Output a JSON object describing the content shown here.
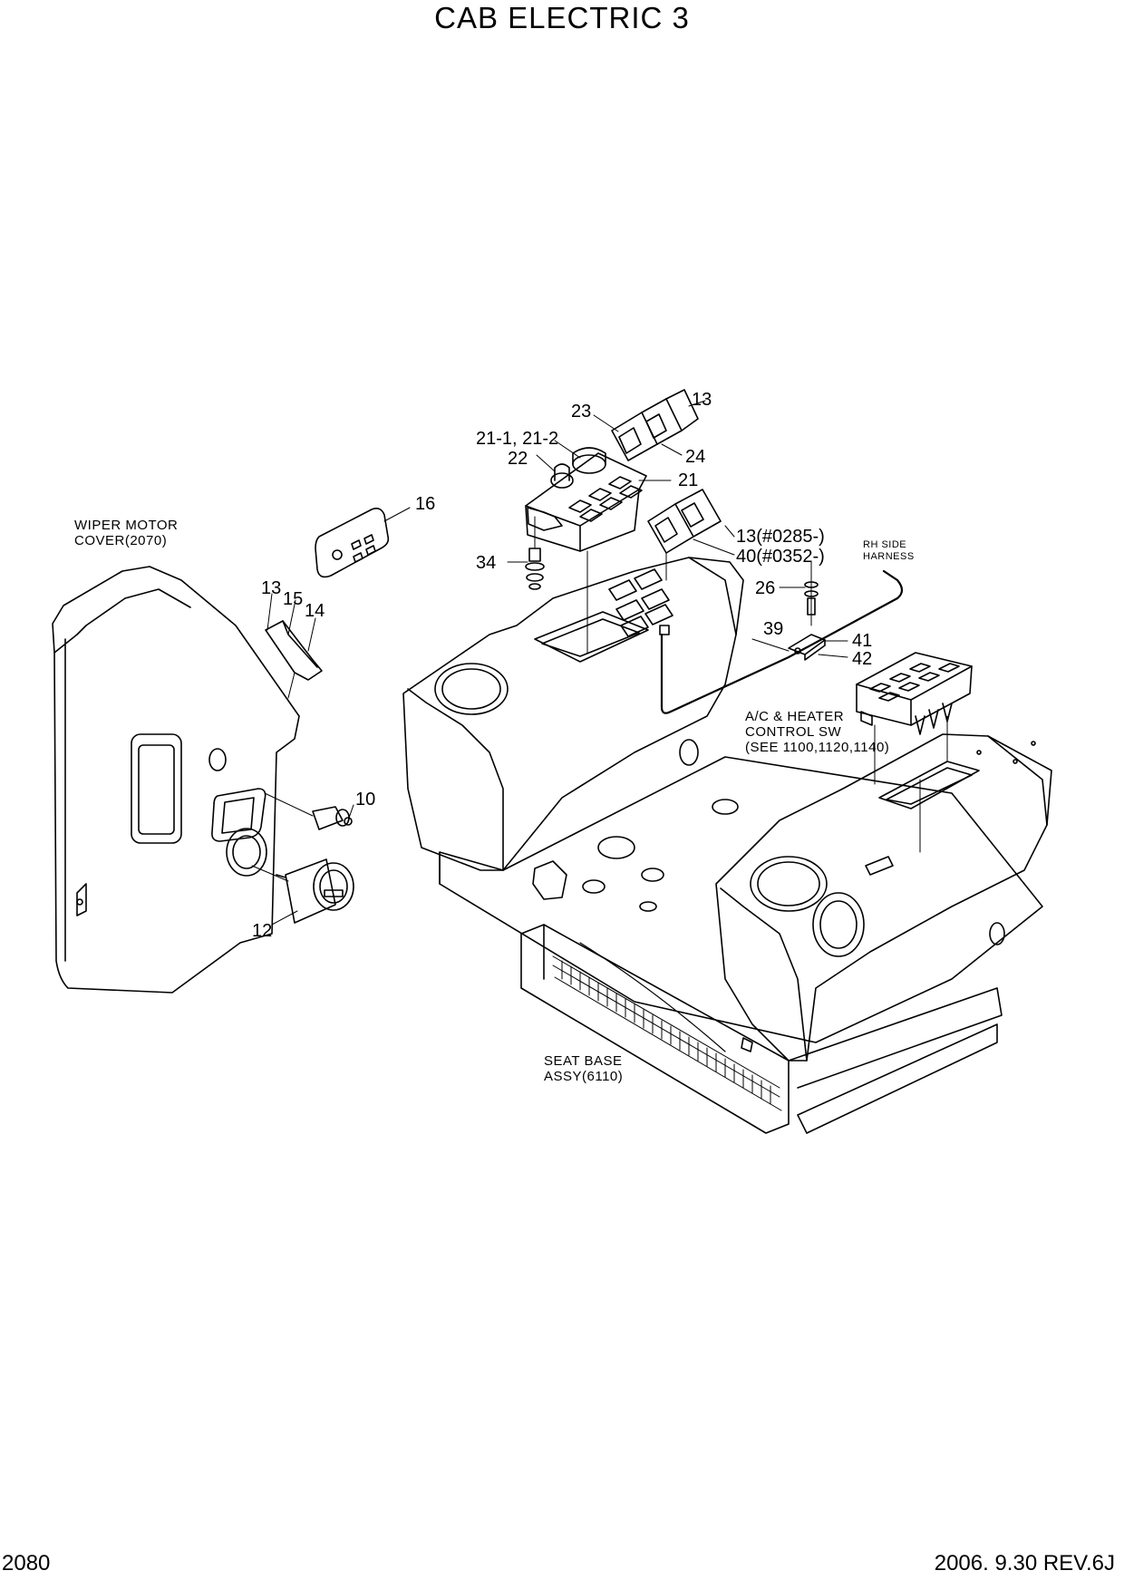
{
  "title": "CAB ELECTRIC 3",
  "footer": {
    "page_number": "2080",
    "revision": "2006. 9.30  REV.6J"
  },
  "part_labels": {
    "p23": "23",
    "p13_top": "13",
    "p21_1_21_2": "21-1, 21-2",
    "p22": "22",
    "p24": "24",
    "p21": "21",
    "p16": "16",
    "p13_0285": "13(#0285-)",
    "p40_0352": "40(#0352-)",
    "p34": "34",
    "p26": "26",
    "p13_left": "13",
    "p15": "15",
    "p14": "14",
    "p39": "39",
    "p41": "41",
    "p42": "42",
    "p10": "10",
    "p12": "12"
  },
  "notes": {
    "wiper_line1": "WIPER MOTOR",
    "wiper_line2": "COVER(2070)",
    "rh_line1": "RH SIDE",
    "rh_line2": "HARNESS",
    "ac_line1": "A/C & HEATER",
    "ac_line2": "CONTROL SW",
    "ac_line3": "(SEE 1100,1120,1140)",
    "seat_line1": "SEAT BASE",
    "seat_line2": "ASSY(6110)"
  }
}
